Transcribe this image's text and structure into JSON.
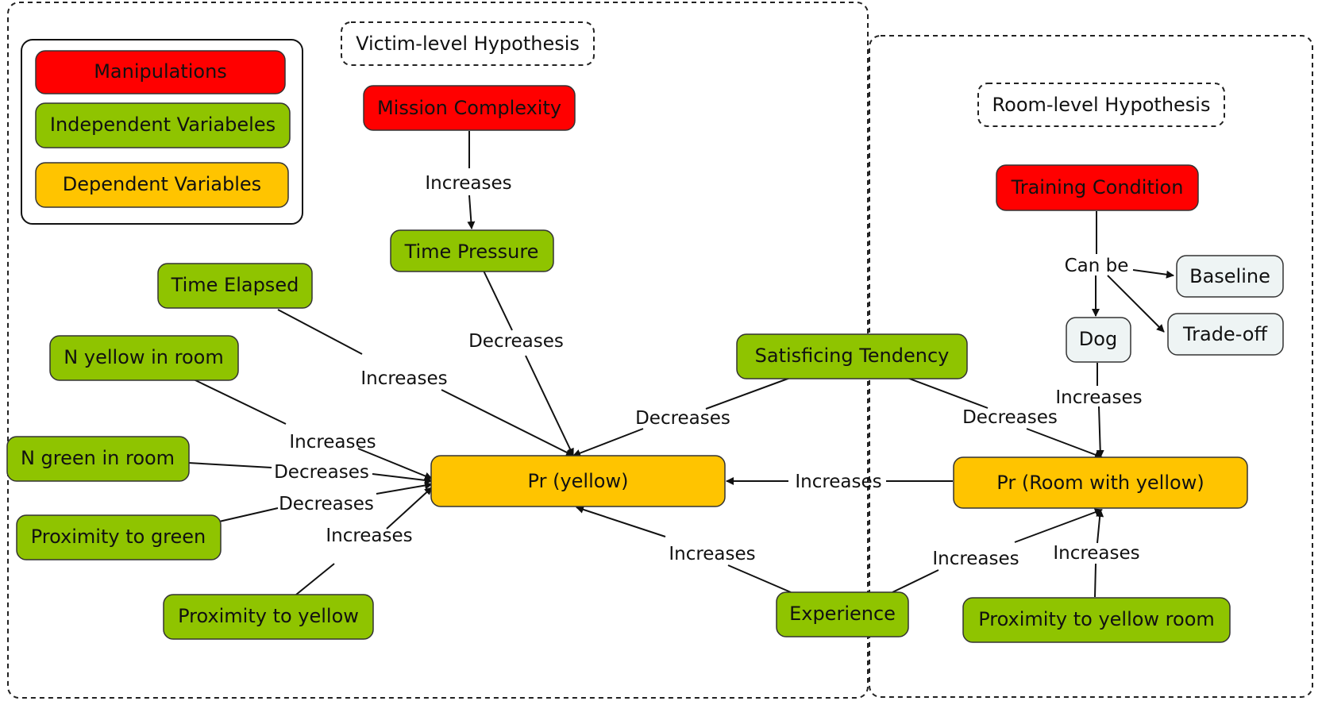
{
  "colors": {
    "manipulation": "#ff0000",
    "independent": "#8fc400",
    "dependent": "#ffc400",
    "condition": "#eef4f4",
    "stroke": "#111111"
  },
  "groups": {
    "victim": "Victim-level Hypothesis",
    "room": "Room-level Hypothesis"
  },
  "legend": {
    "manipulations": "Manipulations",
    "independent": "Independent Variabeles",
    "dependent": "Dependent Variables"
  },
  "nodes": {
    "mission_complexity": "Mission Complexity",
    "time_pressure": "Time Pressure",
    "time_elapsed": "Time Elapsed",
    "n_yellow": "N yellow in room",
    "n_green": "N green in room",
    "prox_green": "Proximity to green",
    "prox_yellow": "Proximity to yellow",
    "pr_yellow": "Pr (yellow)",
    "satisficing": "Satisficing Tendency",
    "experience": "Experience",
    "training": "Training Condition",
    "baseline": "Baseline",
    "dog": "Dog",
    "tradeoff": "Trade-off",
    "pr_room": "Pr (Room with yellow)",
    "prox_yellow_room": "Proximity to yellow room"
  },
  "edges": {
    "mission_time_pressure": "Increases",
    "time_pressure_pr": "Decreases",
    "time_elapsed_pr": "Increases",
    "n_yellow_pr": "Increases",
    "n_green_pr": "Decreases",
    "prox_green_pr": "Decreases",
    "prox_yellow_pr": "Increases",
    "satisficing_pr": "Decreases",
    "satisficing_room": "Decreases",
    "room_pr": "Increases",
    "experience_pr": "Increases",
    "experience_room": "Increases",
    "training_can_be": "Can be",
    "dog_room": "Increases",
    "prox_room_room": "Increases"
  }
}
